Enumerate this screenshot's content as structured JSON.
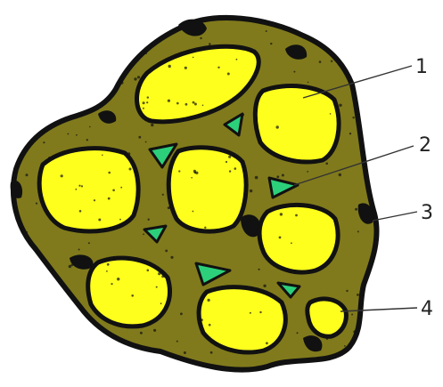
{
  "diagram": {
    "labels": [
      "1",
      "2",
      "3",
      "4"
    ],
    "colors": {
      "matrix": "#807a1c",
      "grain": "#ffff1e",
      "pore": "#2cd07a",
      "outline": "#111111",
      "leader": "#333333",
      "background": "#ffffff"
    }
  }
}
